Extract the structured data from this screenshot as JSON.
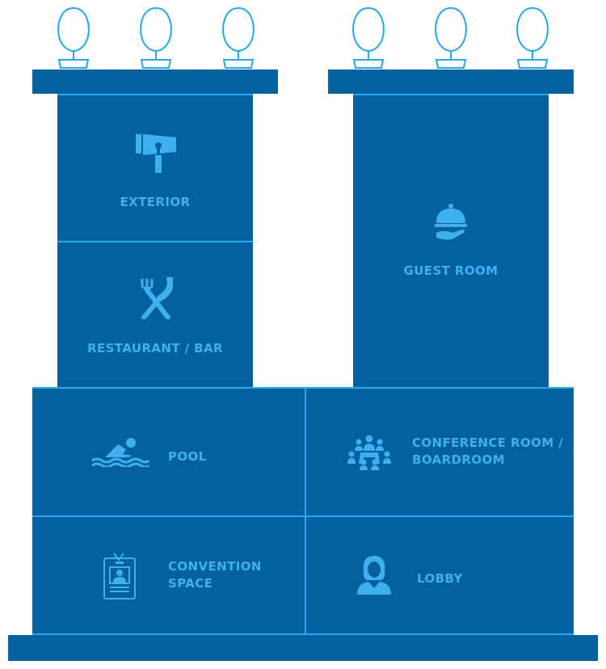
{
  "colors": {
    "building": "#05609f",
    "accent": "#3fb0ee",
    "divider": "#2aa7e8",
    "background": "#ffffff"
  },
  "rooms": {
    "exterior": {
      "label": "EXTERIOR",
      "icon": "exterior-sign-icon"
    },
    "restaurant": {
      "label": "RESTAURANT / BAR",
      "icon": "fork-knife-icon"
    },
    "guest_room": {
      "label": "GUEST ROOM",
      "icon": "room-service-cloche-icon"
    },
    "pool": {
      "label": "POOL",
      "icon": "swimmer-icon"
    },
    "conference": {
      "line1": "CONFERENCE ROOM /",
      "line2": "BOARDROOM",
      "icon": "meeting-group-icon"
    },
    "convention": {
      "line1": "CONVENTION",
      "line2": "SPACE",
      "icon": "id-badge-icon"
    },
    "lobby": {
      "label": "LOBBY",
      "icon": "receptionist-icon"
    }
  },
  "decor": {
    "plant_icon": "potted-plant-icon",
    "plant_count": 6
  }
}
